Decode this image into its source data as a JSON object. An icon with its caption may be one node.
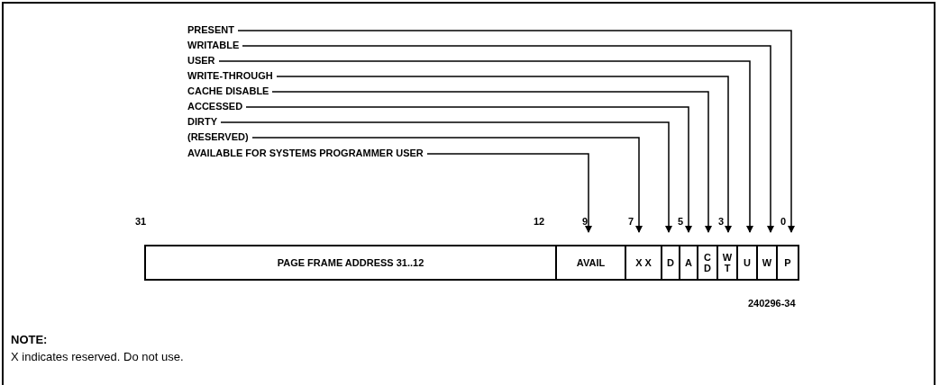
{
  "diagram": {
    "nodes": [
      {
        "text": [
          "PRESENT"
        ]
      },
      {
        "text": [
          "WRITABLE"
        ]
      },
      {
        "text": [
          "USER"
        ]
      },
      {
        "text": [
          "WRITE-THROUGH"
        ]
      },
      {
        "text": [
          "CACHE DISABLE"
        ]
      },
      {
        "text": [
          "ACCESSED"
        ]
      },
      {
        "text": [
          "DIRTY"
        ]
      },
      {
        "text": [
          "(RESERVED)"
        ]
      },
      {
        "text": [
          "AVAILABLE FOR SYSTEMS PROGRAMMER USER"
        ]
      },
      {
        "text": [
          "PAGE FRAME ADDRESS 31..12"
        ]
      },
      {
        "text": [
          "AVAIL"
        ]
      },
      {
        "text": [
          "X X"
        ]
      },
      {
        "text": [
          "D"
        ]
      },
      {
        "text": [
          "A"
        ]
      },
      {
        "text": [
          "C D"
        ]
      },
      {
        "text": [
          "W T"
        ]
      },
      {
        "text": [
          "U"
        ]
      },
      {
        "text": [
          "W"
        ]
      },
      {
        "text": [
          "P"
        ]
      }
    ],
    "edges": [
      {
        "from": 0,
        "to": 18,
        "arrow": "to"
      },
      {
        "from": 1,
        "to": 17,
        "arrow": "to"
      },
      {
        "from": 2,
        "to": 16,
        "arrow": "to"
      },
      {
        "from": 3,
        "to": 15,
        "arrow": "to"
      },
      {
        "from": 4,
        "to": 14,
        "arrow": "to"
      },
      {
        "from": 5,
        "to": 13,
        "arrow": "to"
      },
      {
        "from": 6,
        "to": 12,
        "arrow": "to"
      },
      {
        "from": 7,
        "to": 11,
        "arrow": "to"
      },
      {
        "from": 8,
        "to": 10,
        "arrow": "to"
      }
    ],
    "labels": [
      "31",
      "12",
      "9",
      "7",
      "5",
      "3",
      "0",
      "240296-34",
      "NOTE:",
      "X indicates reserved. Do not use."
    ]
  }
}
